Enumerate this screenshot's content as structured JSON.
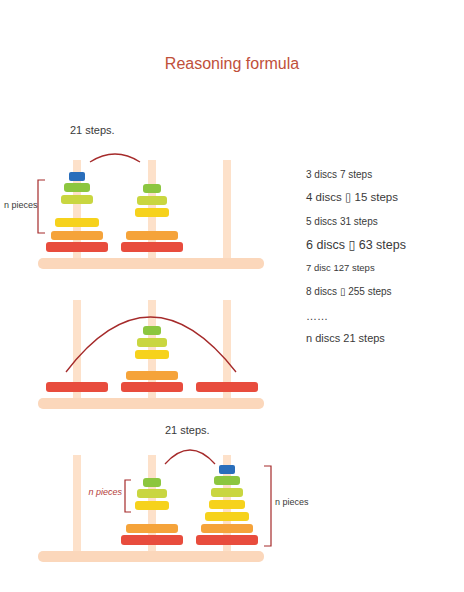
{
  "diagram": {
    "title": "Reasoning formula",
    "labels": [
      "21 steps.",
      "n pieces",
      "3 discs 7 steps",
      "4 discs ▯ 15 steps",
      "5 discs 31 steps",
      "6 discs ▯ 63 steps",
      "7 disc 127 steps",
      "8 discs ▯ 255 steps",
      "……",
      "n discs 21 steps",
      "21 steps.",
      "n pieces",
      "n pieces"
    ]
  }
}
